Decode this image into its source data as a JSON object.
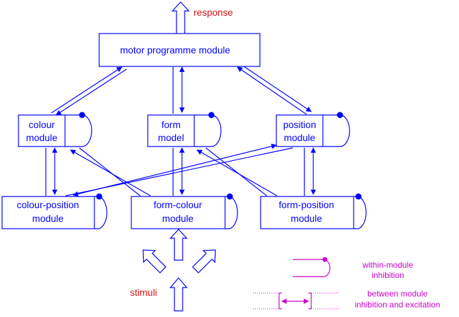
{
  "labels": {
    "response": "response",
    "stimuli": "stimuli"
  },
  "modules": {
    "motor": [
      "motor programme module"
    ],
    "colour": [
      "colour",
      "module"
    ],
    "form": [
      "form",
      "model"
    ],
    "position": [
      "position",
      "module"
    ],
    "colour_position": [
      "colour-position",
      "module"
    ],
    "form_colour": [
      "form-colour",
      "module"
    ],
    "form_position": [
      "form-position",
      "module"
    ]
  },
  "legend": {
    "within": [
      "within-module",
      "inhibition"
    ],
    "between": [
      "between module",
      "inhibition and excitation"
    ]
  },
  "colors": {
    "module_stroke": "#0000ff",
    "label_red": "#dd1111",
    "legend_magenta": "#cc00cc"
  }
}
